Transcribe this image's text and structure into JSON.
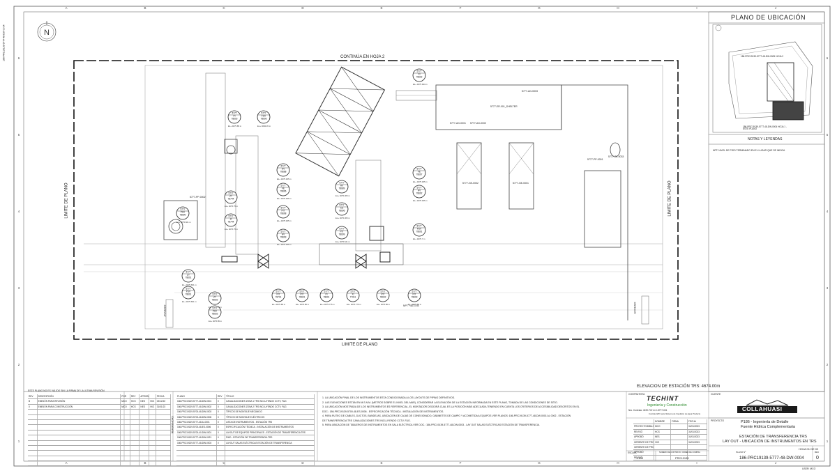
{
  "sheet": {
    "col_letters": [
      "A",
      "B",
      "C",
      "D",
      "E",
      "F",
      "G",
      "H",
      "I",
      "J"
    ],
    "row_numbers": [
      "6",
      "5",
      "4",
      "3",
      "2",
      "1"
    ],
    "rev_stamp": "186-PRC19139-5777-48-DW-0004"
  },
  "drawing": {
    "top_label": "CONTINÚA EN HOJA 2",
    "bottom_label": "LIMITE DE PLANO",
    "left_label": "LIMITE DE PLANO",
    "right_label": "LIMITE DE PLANO",
    "access_left": "ACCESO",
    "access_right": "ACCESO",
    "elevation": "ELEVACION DE ESTACIÓN TRS: 4674.00m",
    "equipment": [
      {
        "label": "5777-AG-0003"
      },
      {
        "label": "5777-ER-001_SHELTER"
      },
      {
        "label": "5777-AG-0001"
      },
      {
        "label": "5777-AG-0002"
      },
      {
        "label": "5777-GE-0002"
      },
      {
        "label": "5777-GE-0001"
      },
      {
        "label": "5777-TK-0033"
      },
      {
        "label": "5777-PP-0002"
      },
      {
        "label": "5777-PP-0001"
      },
      {
        "label": "NPT +4673.94"
      }
    ],
    "instruments": [
      {
        "tag": [
          "5777",
          "FSV",
          "78606"
        ],
        "el": "EL+ 4684.45 m"
      },
      {
        "tag": [
          "5777",
          "XI",
          "78602"
        ],
        "el": "EL+ 4675.944 m"
      },
      {
        "tag": [
          "5777",
          "HV",
          "78688"
        ],
        "el": "EL+ 4675.305 m"
      },
      {
        "tag": [
          "5777",
          "FE",
          "78696"
        ],
        "el": "EL+ 4675.305 m"
      },
      {
        "tag": [
          "5777",
          "PIT",
          "78698"
        ],
        "el": "EL+ 4675.305 m"
      },
      {
        "tag": [
          "5777",
          "HV",
          "78693"
        ],
        "el": "EL+ 4675.305 m"
      },
      {
        "tag": [
          "5777",
          "ZT",
          "78744"
        ],
        "el": "EL+ 4675.75 m"
      },
      {
        "tag": [
          "5777",
          "ZI",
          "78744"
        ],
        "el": "EL+ 4675.75 m"
      },
      {
        "tag": [
          "5777",
          "PSV",
          "78690"
        ],
        "el": "EL+ 4675.661 m"
      },
      {
        "tag": [
          "5777",
          "HV",
          "78689"
        ],
        "el": "EL+ 4675.305 m"
      },
      {
        "tag": [
          "5777",
          "CE",
          "78696"
        ],
        "el": "EL+ 4675.305 m"
      },
      {
        "tag": [
          "5777",
          "PIT",
          "78699"
        ],
        "el": "EL+ 4675.641 m"
      },
      {
        "tag": [
          "5777",
          "HV",
          "78692"
        ],
        "el": "EL+ 4675.305 m"
      },
      {
        "tag": [
          "5777",
          "FE",
          "78697"
        ],
        "el": "EL+ 4675.305 m"
      },
      {
        "tag": [
          "5777",
          "PSV",
          "78691"
        ],
        "el": "EL+ 4675.7 m"
      },
      {
        "tag": [
          "5777",
          "ZT",
          "78601"
        ],
        "el": "EL+ 4675.661 m"
      },
      {
        "tag": [
          "5777",
          "PSV",
          "78601"
        ],
        "el": "EL+ 4675.661 m"
      },
      {
        "tag": [
          "5777",
          "ZT",
          "78602"
        ],
        "el": "EL+ 4675.85 m"
      },
      {
        "tag": [
          "5777",
          "PSV",
          "78602"
        ],
        "el": "EL+ 4675.85 m"
      },
      {
        "tag": [
          "5777",
          "PIT",
          "78701"
        ],
        "el": "EL+ 4675.85 m"
      },
      {
        "tag": [
          "5777",
          "PIT",
          "78601"
        ],
        "el": "EL+ 4675.85 m"
      },
      {
        "tag": [
          "5777",
          "PI",
          "78601"
        ],
        "el": "EL+ 4675.775 m"
      },
      {
        "tag": [
          "5777",
          "XI",
          "77611"
        ],
        "el": "EL+ 4675.775 m"
      },
      {
        "tag": [
          "5777",
          "PIT",
          "78602"
        ],
        "el": "EL+ 4675.85 m"
      },
      {
        "tag": [
          "5777",
          "PIT",
          "78603"
        ],
        "el": "EL+ 4675.85 m"
      },
      {
        "tag": [
          "5777",
          "PI",
          "78603"
        ],
        "el": "EL+ 4675.85 m"
      }
    ]
  },
  "location_plan": {
    "title": "PLANO DE UBICACIÓN",
    "sheet2": "186-PRC19139-5777-48-DW-0005 HOJA 2",
    "sheet1": "186-PRC19139-5777-48-DW-0004 HOJA 1 - ESTE PLANO"
  },
  "notes": {
    "title": "NOTAS Y LEYENDAS",
    "npt": "NPT: NIVEL DE PISO TERMINADO EN EL LUGAR QUE SE INDICA",
    "lines": [
      "1.  LA UBICACIÓN FINAL DE LOS INSTRUMENTOS ESTA CONDICIONADA A LOS LAYOUTS DE PIPING DEFINITIVOS.",
      "2.  LAS ELEVACIONES ESTÁN EN M.S.N.M. (METROS SOBRE EL NIVEL DEL MAR), CONSIDERAR LA ELEVACIÓN DE LA ESTACIÓN INFORMADA EN ESTE PLANO, TOMADA DE LAS CONDICIONES DE SITIO.",
      "3.  LA UBICACIÓN MOSTRADA DE LOS INSTRUMENTOS ES REFERENCIAL, EL MONTADOR DECIDIRÁ CUAL ES LA POSICIÓN MÁS ADECUADA TENIENDO EN CUENTA LOS CRITERIOS DE ACCESIBILIDAD DESCRITOS EN EL",
      "     DOC.: 186-PRC19139-5700-48-ES-0006 - ESPECIFICACIÓN TÉCNICA - INSTALACIÓN DE INSTRUMENTOS.",
      "4.  PARA RUTEO DE CABLES, DUCTOS, BANDEJAS, UBICACIÓN DE CAJAS DE CONEXIONADO, GABINETES DE CAMPO Y ACOMETIDA A EQUIPOS VER PLANOS: 186-PRC19139-5777-48-DW-0001 AL 0002 - ESTACIÓN",
      "     DE TRANSFERENCIA TRS CANALIZACIONES TRS INCLUYENDO CCTV, F&G.",
      "5.  PARA UBICACIÓN DE TABLEROS DE INSTRUMENTOS EN SALA ELÉCTRICA VER DOC.: 186-PRC19139-5777-48-DW-0003 - LAY OUT SALAS ELÉCTRICAS ESTACIÓN DE TRANSFERENCIA."
    ]
  },
  "revisions": {
    "validity_note": "ESTE PLANO NO ES VÁLIDO SIN LA FIRMA DE LA ULTIMA REVISIÓN",
    "headers": [
      "REV",
      "DESCRIPCIÓN",
      "POR",
      "REV",
      "APROBÓ",
      "FECHA"
    ],
    "rows": [
      [
        "B",
        "EMISIÓN PARA REVISIÓN",
        "MCO",
        "HCS",
        "NES",
        "VKZ",
        "02/12/22"
      ],
      [
        "0",
        "EMISIÓN PARA CONSTRUCCIÓN",
        "MCO",
        "HCS",
        "NES",
        "VKZ",
        "31/01/23"
      ]
    ]
  },
  "references": {
    "headers": [
      "PLANO",
      "REV",
      "TÍTULO"
    ],
    "label": "REFERENCIAS",
    "rows": [
      [
        "186-PRC19139-5777-48-DW-0001",
        "0",
        "CANALIZACIONES ZONA 1 TRS INCLUYENDO CCTV, F&G"
      ],
      [
        "186-PRC19139-5777-48-DW-0002",
        "0",
        "CANALIZACIONES ZONA 2 TRS INCLUYENDO CCTV, F&G"
      ],
      [
        "186-PRC19139-5700-48-DW-0003",
        "0",
        "TÍPICOS DE MONTAJE MECÁNICO"
      ],
      [
        "186-PRC19139-5700-48-DW-0006",
        "0",
        "TÍPICOS DE MONTAJE ELÉCTRICOS"
      ],
      [
        "186-PRC19139-5777-48-IL-0001",
        "0",
        "LISTA DE INSTRUMENTOS - ESTACIÓN TRS"
      ],
      [
        "186-PRC19139-5700-48-ES-0006",
        "0",
        "ESPECIFICACIÓN TÉCNICA - INSTALACIÓN DE INSTRUMENTOS"
      ],
      [
        "186-PRC19139-5700-40-DW-0001",
        "0",
        "LAYOUT DE EQUIPOS PRINCIPALES - ESTACIÓN DE TRANSFERENCIA TRS"
      ],
      [
        "186-PRC19139-5777-48-DW-0021",
        "0",
        "P&ID - ESTACIÓN DE TRANSFERENCIA TRS"
      ],
      [
        "186-PRC19139-5777-48-DW-0003",
        "0",
        "LAYOUT SALAS ELÉCTRICAS ESTACIÓN DE TRANSFERENCIA"
      ]
    ]
  },
  "title_block": {
    "contractor_label": "CONTRATISTA",
    "contractor": "TECHINT",
    "contractor_sub": "Ingeniería y Construcción",
    "contract_line": "Nro. Contrato: 4220-TCH-I-C-5777-001",
    "contract_desc": "Contrato EPC para Sistema de Impulsión de Agua Producto",
    "client_label": "CLIENTE",
    "client": "COLLAHUASI",
    "project_label": "PROYECTO",
    "project_line1": "P186 - Ingeniería de Detalle",
    "project_line2": "Fuente Hídrica Complementaria",
    "title_line1": "ESTACIÓN DE TRANSFERENCIA TRS",
    "title_line2": "LAY OUT - UBICACIÓN DE INSTRUMENTOS EN TRS",
    "sign_headers": [
      "NOMBRE",
      "FIRMA",
      "FECHA"
    ],
    "signatures": [
      [
        "PROYECTO/DIBUJO",
        "MCO",
        "",
        "31/01/2023"
      ],
      [
        "REVISÓ",
        "HCS",
        "",
        "31/01/2023"
      ],
      [
        "APROBÓ",
        "NES",
        "",
        "31/01/2023"
      ],
      [
        "GERENTE DE PROY.",
        "VKZ",
        "",
        "31/01/2023"
      ],
      [
        "GERENTE DE PROY.",
        "",
        "",
        ""
      ],
      [
        "APROBÓ",
        "",
        "",
        ""
      ],
      [
        "REVISÓ",
        "",
        "",
        ""
      ]
    ],
    "scale_label": "ESCALA",
    "scale": "1:100",
    "contract_no_label": "NUMERO DE CONTRATO / ORDEN DE COMPRA",
    "contract_no": "PRC19139",
    "sheet_label": "HOJA 01 DE 02",
    "plan_label": "PLANO Nº",
    "plan_no": "186-PRC19139-5777-48-DW-0004",
    "rev_label": "REV",
    "rev": "0",
    "user": "USER: MCO"
  }
}
